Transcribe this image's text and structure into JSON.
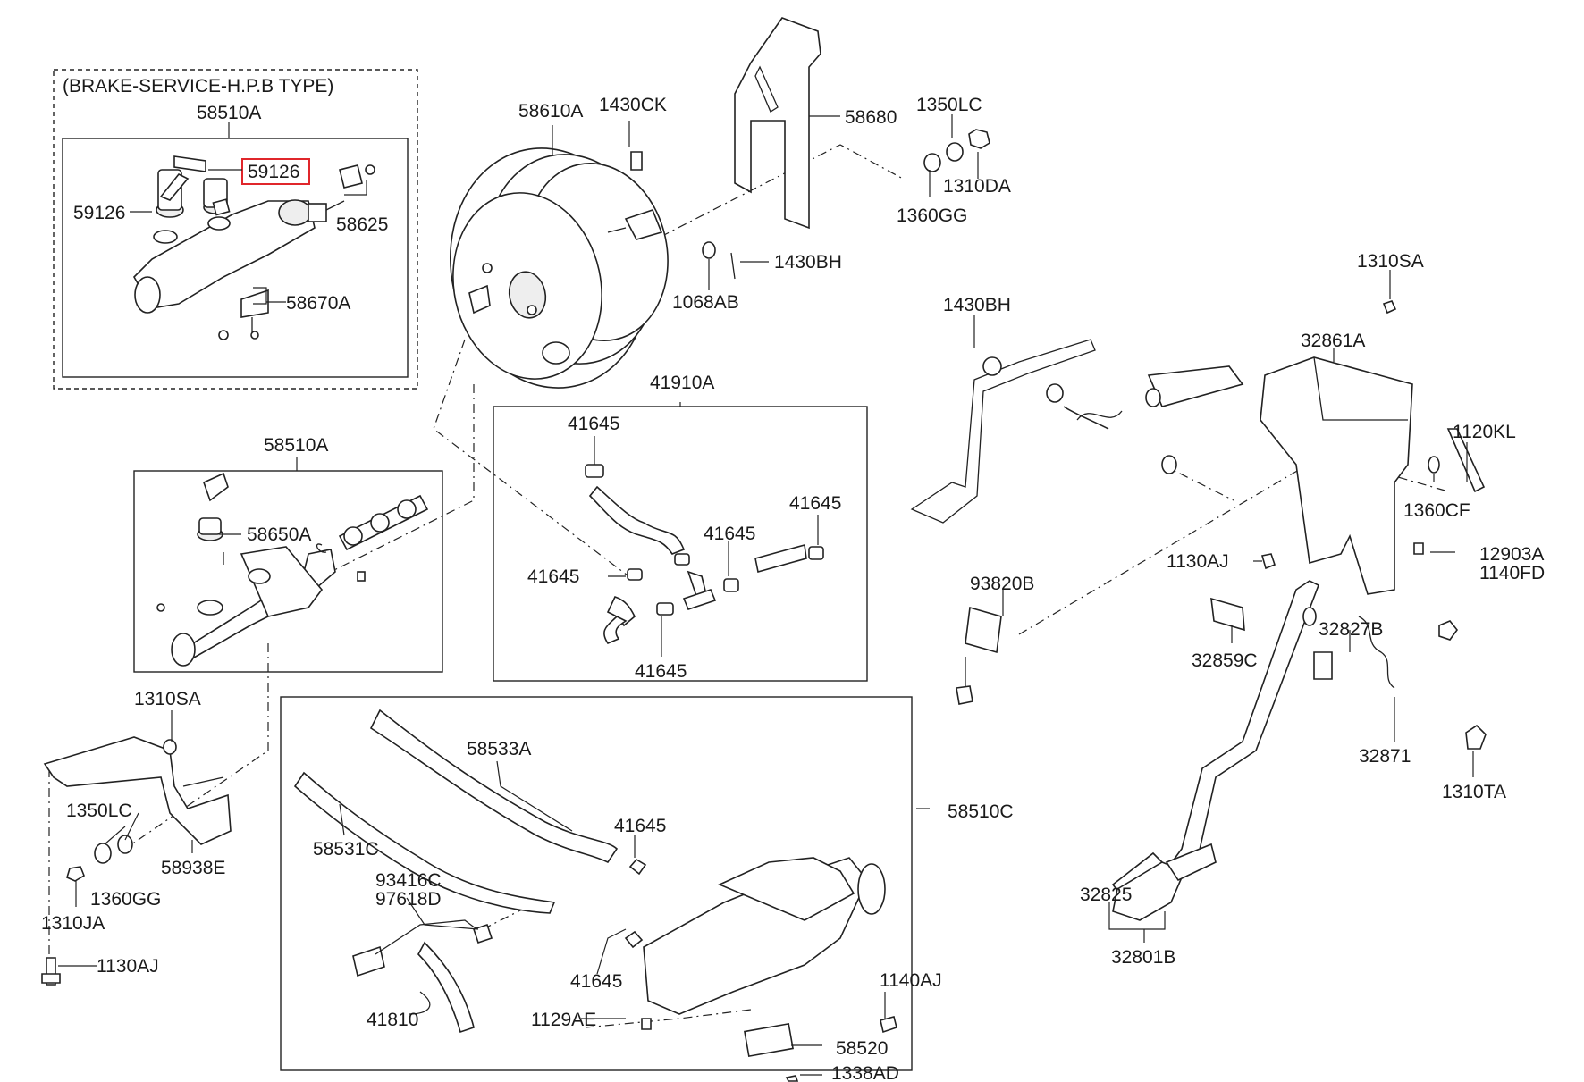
{
  "colors": {
    "highlight": "#e0262b",
    "line": "#222222"
  },
  "header_note": "(BRAKE-SERVICE-H.P.B TYPE)",
  "labels": {
    "p58510A_top": "58510A",
    "p59126_hl": "59126",
    "p59126": "59126",
    "p58625": "58625",
    "p58670A": "58670A",
    "p58610A": "58610A",
    "p1430CK": "1430CK",
    "p58680": "58680",
    "p1350LC_top": "1350LC",
    "p1310DA": "1310DA",
    "p1360GG_top": "1360GG",
    "p1068AB": "1068AB",
    "p1430BH_top": "1430BH",
    "p1310SA_right": "1310SA",
    "p1430BH_left": "1430BH",
    "p32861A": "32861A",
    "p1120KL": "1120KL",
    "p1360CF": "1360CF",
    "p12903A": "12903A",
    "p1140FD": "1140FD",
    "p1130AJ_right": "1130AJ",
    "p93820B": "93820B",
    "p32859C": "32859C",
    "p32827B": "32827B",
    "p32871": "32871",
    "p1310TA": "1310TA",
    "p32825": "32825",
    "p32801B": "32801B",
    "p41910A": "41910A",
    "p41645_a": "41645",
    "p41645_b": "41645",
    "p41645_c": "41645",
    "p41645_d": "41645",
    "p41645_e": "41645",
    "p58510A_mid": "58510A",
    "p58650A": "58650A",
    "p1310SA_left": "1310SA",
    "p1350LC_left": "1350LC",
    "p1360GG_left": "1360GG",
    "p58938E": "58938E",
    "p1310JA": "1310JA",
    "p1130AJ_left": "1130AJ",
    "p58533A": "58533A",
    "p58531C": "58531C",
    "p41645_f": "41645",
    "p58510C": "58510C",
    "p93416C": "93416C",
    "p97618D": "97618D",
    "p41645_g": "41645",
    "p41810": "41810",
    "p1129AE": "1129AE",
    "p1140AJ": "1140AJ",
    "p58520": "58520",
    "p1338AD": "1338AD"
  }
}
